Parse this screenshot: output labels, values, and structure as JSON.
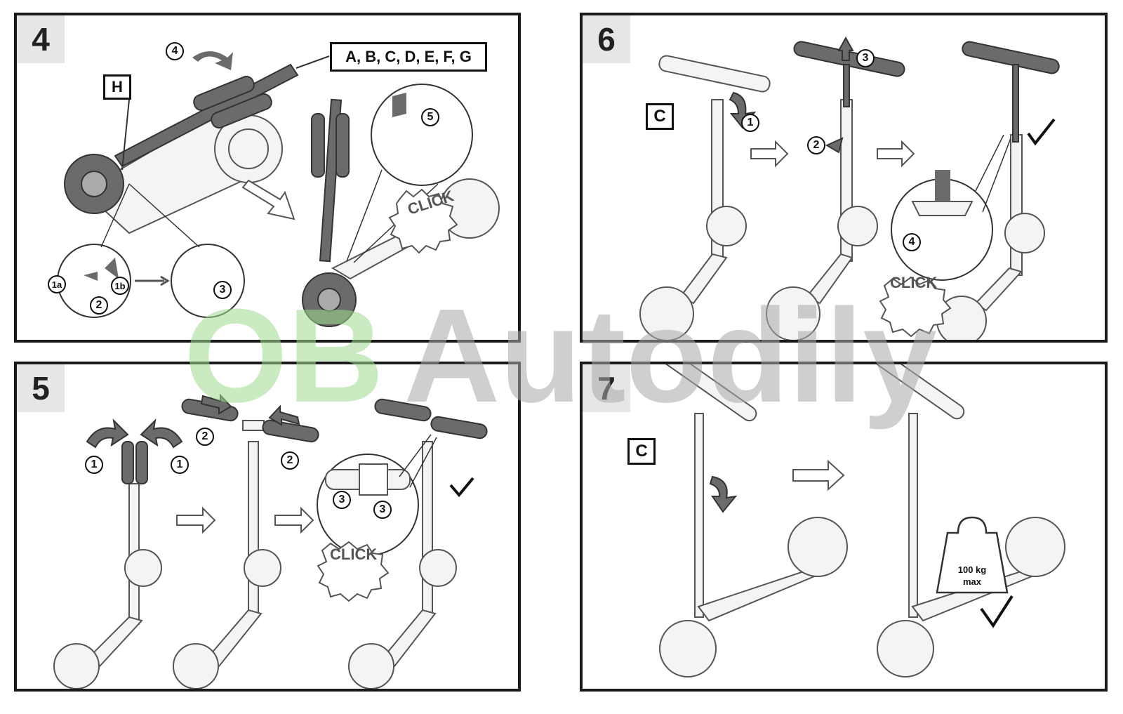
{
  "panels": {
    "p4": {
      "number": "4",
      "parts_label": "A, B, C, D, E, F, G",
      "h_label": "H",
      "steps": [
        "1a",
        "1b",
        "2",
        "3",
        "4",
        "5"
      ],
      "click": "CLICK"
    },
    "p5": {
      "number": "5",
      "steps": [
        "1",
        "1",
        "2",
        "2",
        "3",
        "3"
      ],
      "click": "CLICK"
    },
    "p6": {
      "number": "6",
      "c_label": "C",
      "steps": [
        "1",
        "2",
        "3",
        "4"
      ],
      "click": "CLICK"
    },
    "p7": {
      "number": "7",
      "c_label": "C",
      "weight_value": "100 kg",
      "weight_max": "max"
    }
  },
  "watermark": {
    "part1": "OB",
    "part2": "Autodily",
    "color1": "#9fdc8f",
    "color2": "#a9a9a9"
  },
  "colors": {
    "border": "#1a1a1a",
    "line": "#555555",
    "dark_part": "#6b6b6b",
    "light_part": "#f4f4f4",
    "number_bg": "#e6e6e6"
  },
  "icons": [
    "scooter-outline",
    "arrow-right-outline",
    "rotate-arrow",
    "checkmark",
    "click-burst",
    "weight"
  ]
}
